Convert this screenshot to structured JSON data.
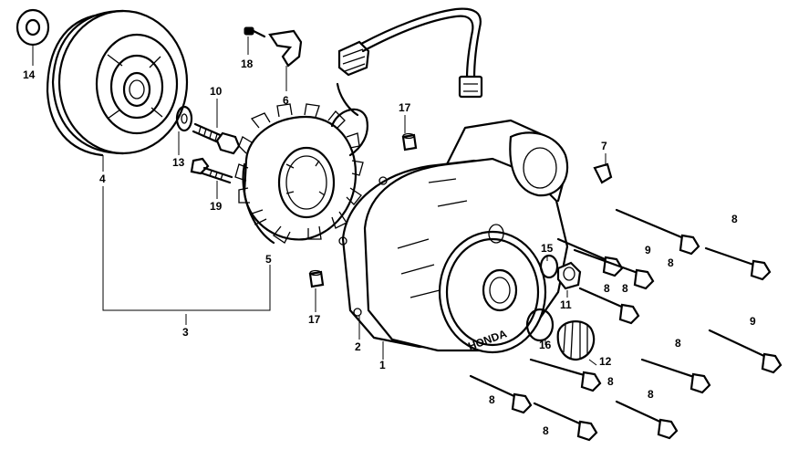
{
  "callouts": {
    "c1": "1",
    "c2": "2",
    "c3": "3",
    "c4": "4",
    "c5": "5",
    "c6": "6",
    "c7": "7",
    "c8": "8",
    "c9": "9",
    "c10": "10",
    "c11": "11",
    "c12": "12",
    "c13": "13",
    "c14": "14",
    "c15": "15",
    "c16": "16",
    "c17": "17",
    "c18": "18",
    "c19": "19"
  },
  "cover_logo_text": "HONDA"
}
